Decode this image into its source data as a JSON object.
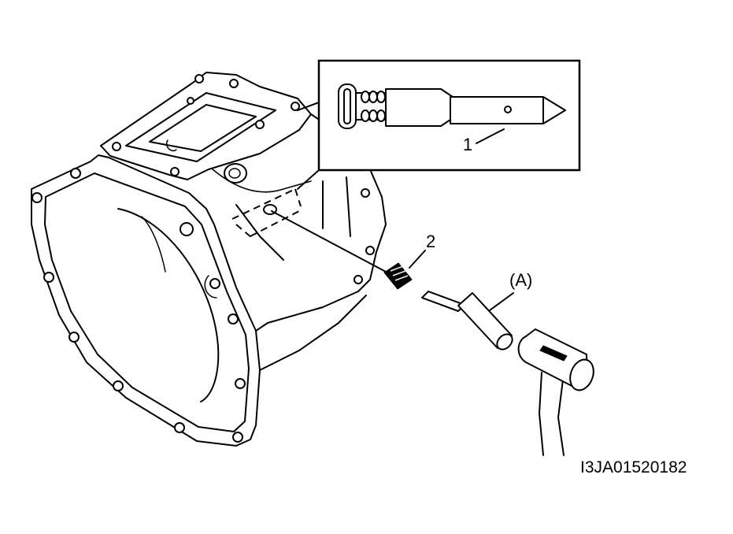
{
  "labels": {
    "part_1": "1",
    "part_2": "2",
    "tool_a": "(A)"
  },
  "figure_code": "I3JA01520182"
}
